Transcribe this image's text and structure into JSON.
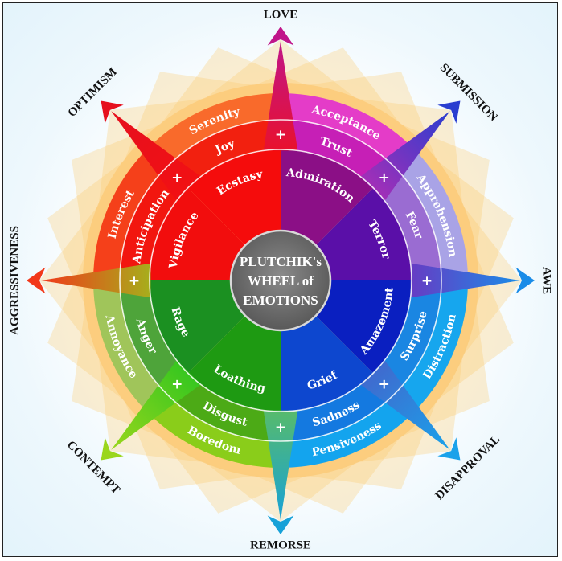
{
  "title_lines": [
    "PLUTCHIK's",
    "WHEEL of",
    "EMOTIONS"
  ],
  "emotions": [
    {
      "primary": "Trust",
      "intense": "Admiration",
      "mild": "Acceptance",
      "colors": {
        "inner": "#8b0f86",
        "mid": "#c61fb6",
        "outer": "#e43cc8"
      }
    },
    {
      "primary": "Fear",
      "intense": "Terror",
      "mild": "Apprehension",
      "colors": {
        "inner": "#5a0fa8",
        "mid": "#9a6cd2",
        "outer": "#a9a3e6"
      }
    },
    {
      "primary": "Surprise",
      "intense": "Amazement",
      "mild": "Distraction",
      "colors": {
        "inner": "#0a1fc0",
        "mid": "#1a86e2",
        "outer": "#16a6ee"
      }
    },
    {
      "primary": "Sadness",
      "intense": "Grief",
      "mild": "Pensiveness",
      "colors": {
        "inner": "#0d47cf",
        "mid": "#1479e0",
        "outer": "#13a4ee"
      }
    },
    {
      "primary": "Disgust",
      "intense": "Loathing",
      "mild": "Boredom",
      "colors": {
        "inner": "#1e9a12",
        "mid": "#4caa16",
        "outer": "#8acd1a"
      }
    },
    {
      "primary": "Anger",
      "intense": "Rage",
      "mild": "Annoyance",
      "colors": {
        "inner": "#1b9021",
        "mid": "#4ea43a",
        "outer": "#a0c55a"
      }
    },
    {
      "primary": "Anticipation",
      "intense": "Vigilance",
      "mild": "Interest",
      "colors": {
        "inner": "#f20d0d",
        "mid": "#f2160f",
        "outer": "#f5401a"
      }
    },
    {
      "primary": "Joy",
      "intense": "Ecstasy",
      "mild": "Serenity",
      "colors": {
        "inner": "#f50c0c",
        "mid": "#f2200f",
        "outer": "#f96a2b"
      }
    }
  ],
  "dyads": [
    {
      "label": "LOVE",
      "colors": [
        "#f51010",
        "#c0158a"
      ]
    },
    {
      "label": "SUBMISSION",
      "colors": [
        "#c72ab0",
        "#2a3ed0"
      ]
    },
    {
      "label": "AWE",
      "colors": [
        "#7f23b8",
        "#1a8ce8"
      ]
    },
    {
      "label": "DISAPPROVAL",
      "colors": [
        "#4b59c6",
        "#1aa2ea"
      ]
    },
    {
      "label": "REMORSE",
      "colors": [
        "#6bc34a",
        "#17a1d8"
      ]
    },
    {
      "label": "CONTEMPT",
      "colors": [
        "#18c220",
        "#9ad61c"
      ]
    },
    {
      "label": "AGGRESSIVENESS",
      "colors": [
        "#8fd31c",
        "#f2381a"
      ]
    },
    {
      "label": "OPTIMISM",
      "colors": [
        "#f51010",
        "#e6101e"
      ]
    }
  ],
  "plus_symbol": "+"
}
